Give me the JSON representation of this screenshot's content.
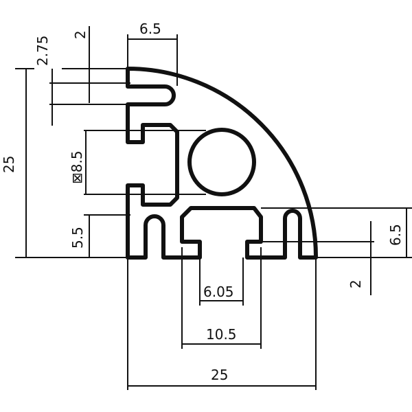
{
  "dimensions": {
    "top_slot_width": "6.5",
    "top_offset": "2",
    "top_slot_offset": "2.75",
    "overall_height": "25",
    "bore": "⊠8.5",
    "lower_slot_height": "5.5",
    "right_slot_height": "6.5",
    "bottom_offset": "2",
    "inner_slot_width": "6.05",
    "slot_width": "10.5",
    "overall_width": "25"
  }
}
